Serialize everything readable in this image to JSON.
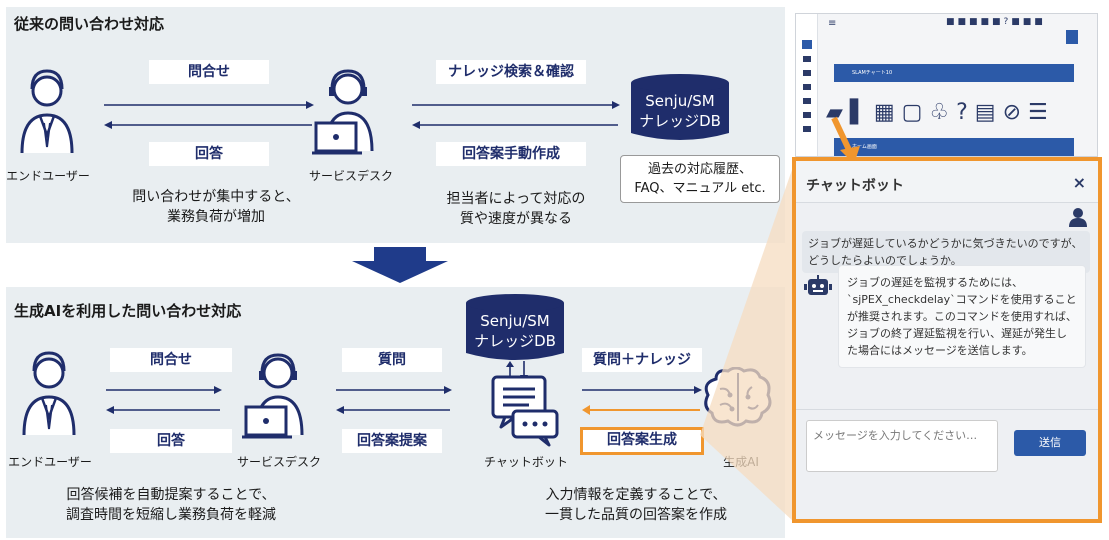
{
  "top": {
    "title": "従来の問い合わせ対応",
    "label_inquiry": "問合せ",
    "label_answer": "回答",
    "label_search": "ナレッジ検索＆確認",
    "label_manual": "回答案手動作成",
    "caption_user": "エンドユーザー",
    "caption_desk": "サービスデスク",
    "db_line1": "Senju/SM",
    "db_line2": "ナレッジDB",
    "bubble_line1": "過去の対応履歴、",
    "bubble_line2": "FAQ、マニュアル etc.",
    "note_left_line1": "問い合わせが集中すると、",
    "note_left_line2": "業務負荷が増加",
    "note_mid_line1": "担当者によって対応の",
    "note_mid_line2": "質や速度が異なる"
  },
  "bottom": {
    "title": "生成AIを利用した問い合わせ対応",
    "label_inquiry": "問合せ",
    "label_answer": "回答",
    "label_question": "質問",
    "label_proposal": "回答案提案",
    "label_question_knowledge": "質問＋ナレッジ",
    "label_generate": "回答案生成",
    "caption_user": "エンドユーザー",
    "caption_desk": "サービスデスク",
    "caption_chatbot": "チャットボット",
    "caption_ai": "生成AI",
    "db_line1": "Senju/SM",
    "db_line2": "ナレッジDB",
    "note_left_line1": "回答候補を自動提案することで、",
    "note_left_line2": "調査時間を短縮し業務負荷を軽減",
    "note_right_line1": "入力情報を定義することで、",
    "note_right_line2": "一貫した品質の回答案を作成"
  },
  "screenshot": {
    "bar1": "SLAMチャート10",
    "bar2": "ホーム画面"
  },
  "chat": {
    "title": "チャットボット",
    "close": "×",
    "user_message": "ジョブが遅延しているかどうかに気づきたいのですが、どうしたらよいのでしょうか。",
    "bot_message": "ジョブの遅延を監視するためには、`sjPEX_checkdelay`コマンドを使用することが推奨されます。このコマンドを使用すれば、ジョブの終了遅延監視を行い、遅延が発生した場合にはメッセージを送信します。",
    "input_placeholder": "メッセージを入力してください…",
    "send_label": "送信"
  },
  "colors": {
    "navy": "#1f2d6b",
    "orange": "#f0962e",
    "panel": "#e9eef1",
    "button_blue": "#2c5aa8"
  }
}
